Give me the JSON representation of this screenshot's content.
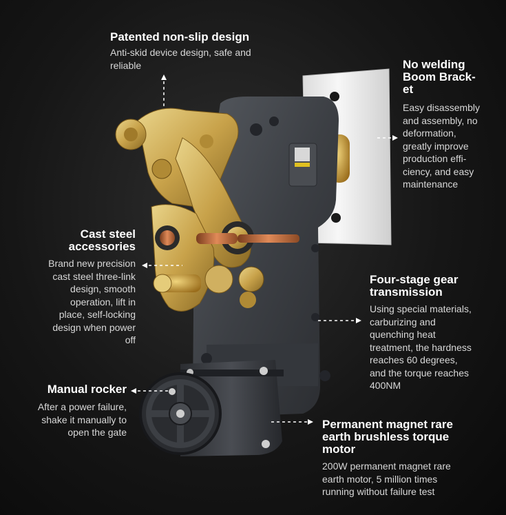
{
  "colors": {
    "background": "#161616",
    "housing": "#3c3f44",
    "brass": "#c8a24a",
    "bracket": "#f2f2f2",
    "text_primary": "#ffffff",
    "text_secondary": "#d8d8d8"
  },
  "features": {
    "nonslip": {
      "title": "Patented non-slip design",
      "description": "Anti-skid device design, safe and reliable"
    },
    "bracket": {
      "title_lines": [
        "No welding",
        "Boom Brack-",
        "et"
      ],
      "description_lines": [
        "Easy disassembly",
        "and assembly, no",
        "deformation,",
        "greatly improve",
        "production effi-",
        "ciency, and easy",
        "maintenance"
      ]
    },
    "cast_steel": {
      "title_lines": [
        "Cast steel",
        "accessories"
      ],
      "description_lines": [
        "Brand new precision",
        "cast steel three-link",
        "design, smooth",
        "operation, lift in",
        "place, self-locking",
        "design when power",
        "off"
      ]
    },
    "gear": {
      "title_lines": [
        "Four-stage gear",
        "transmission"
      ],
      "description_lines": [
        "Using special materials,",
        "carburizing and",
        "quenching heat",
        "treatment, the hardness",
        "reaches 60 degrees,",
        "and the torque reaches",
        "400NM"
      ]
    },
    "rocker": {
      "title": "Manual rocker",
      "description_lines": [
        "After a power failure,",
        "shake it manually to",
        "open the gate"
      ]
    },
    "motor": {
      "title_lines": [
        "Permanent magnet rare",
        "earth brushless torque",
        "motor"
      ],
      "description_lines": [
        "200W permanent magnet rare",
        "earth motor, 5 million times",
        "running without failure test"
      ]
    }
  }
}
